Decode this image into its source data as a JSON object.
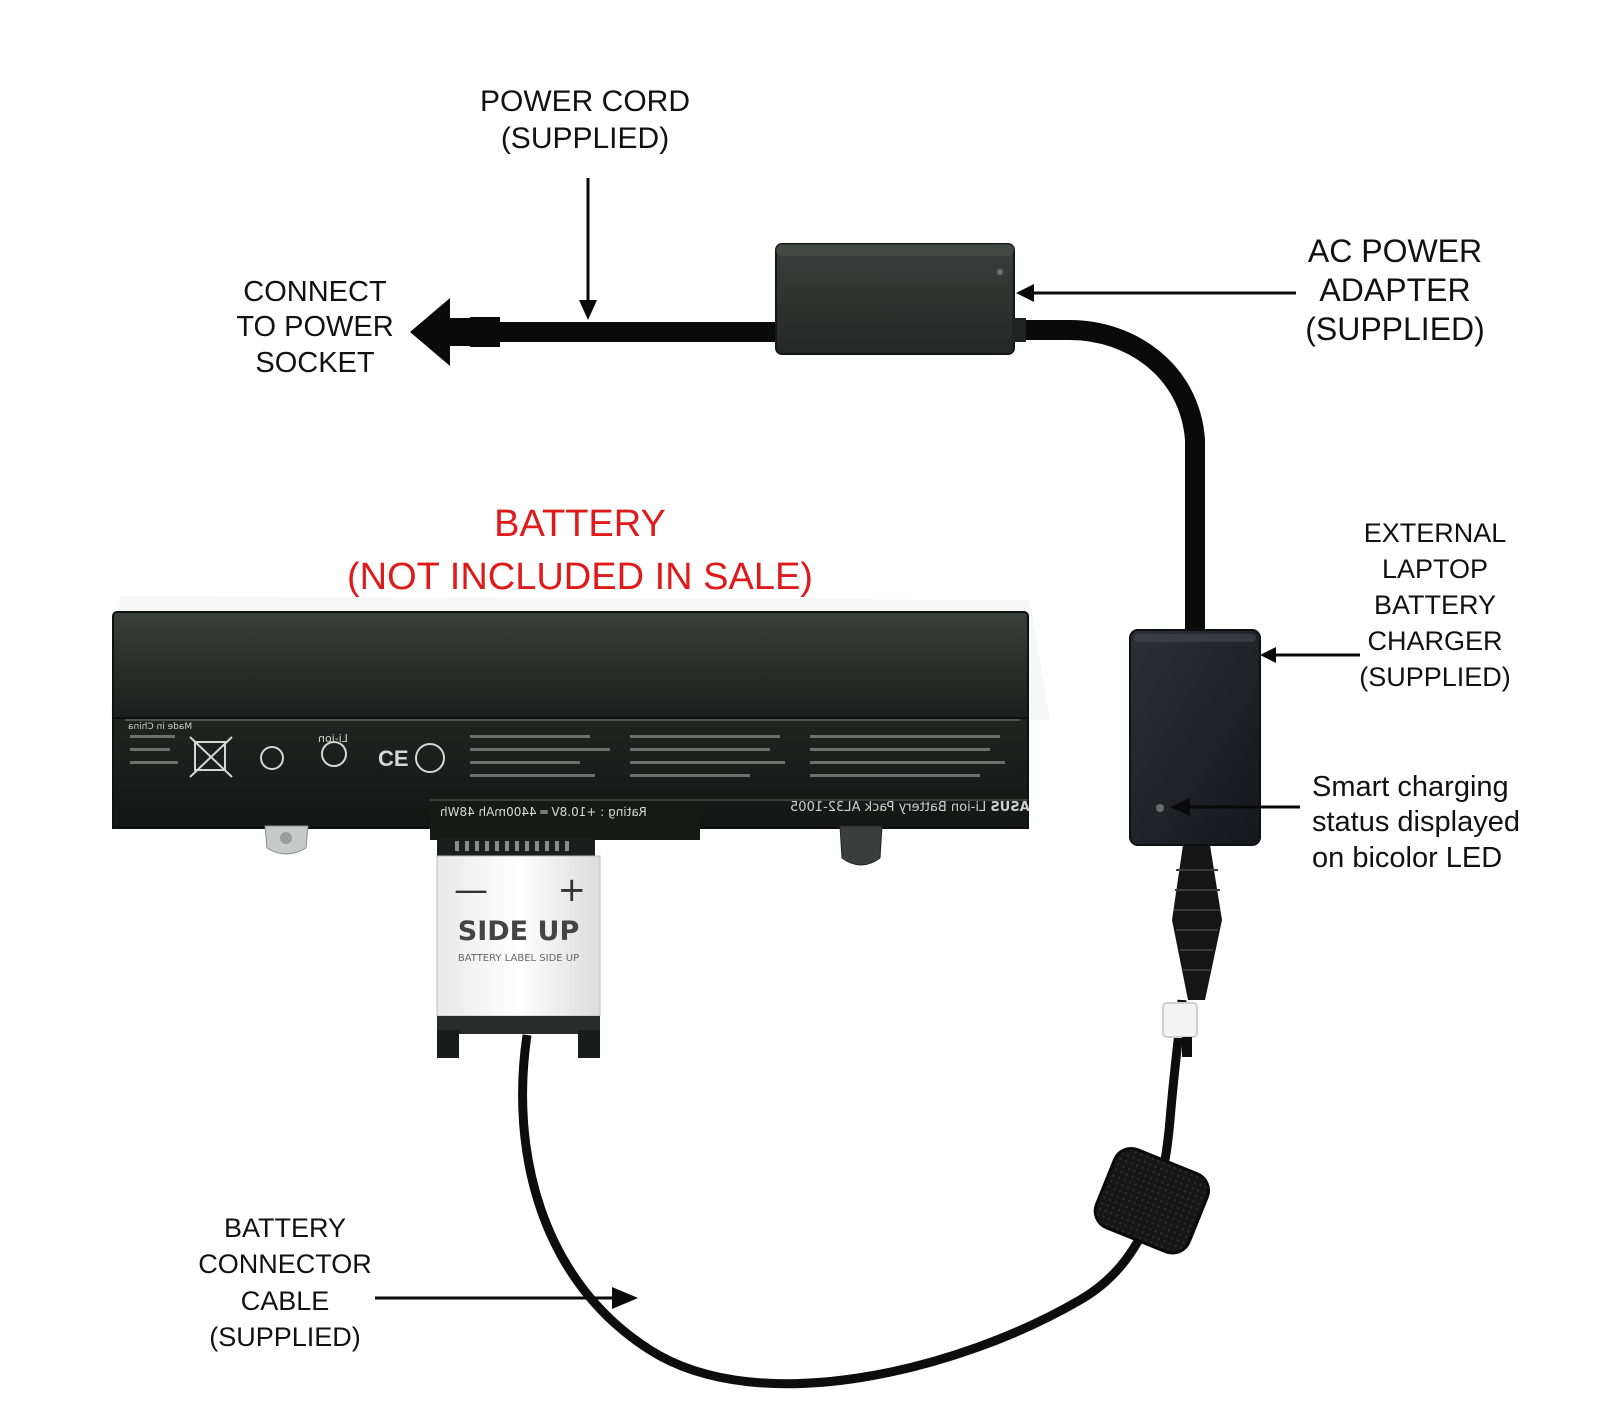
{
  "labels": {
    "power_cord": [
      "POWER CORD",
      "(SUPPLIED)"
    ],
    "connect_socket": [
      "CONNECT",
      "TO POWER",
      "SOCKET"
    ],
    "ac_adapter": [
      "AC POWER",
      "ADAPTER",
      "(SUPPLIED)"
    ],
    "battery_title": [
      "BATTERY",
      "(NOT INCLUDED IN SALE)"
    ],
    "external_charger": [
      "EXTERNAL",
      "LAPTOP",
      "BATTERY",
      "CHARGER",
      "(SUPPLIED)"
    ],
    "smart_led": [
      "Smart charging",
      "status displayed",
      "on bicolor LED"
    ],
    "connector_cable": [
      "BATTERY",
      "CONNECTOR",
      "CABLE",
      "(SUPPLIED)"
    ]
  },
  "connector_tag": {
    "minus": "—",
    "plus": "+",
    "side_up": "SIDE UP",
    "sub": "BATTERY LABEL SIDE UP"
  },
  "battery_label": {
    "brand": "ASUS",
    "pack": "Li-ion Battery Pack",
    "model": "AL32-1005",
    "rating": "Rating : +10.8V ═ 4400mAh 48Wh",
    "chem": "Li-ion",
    "origin": "Made in China"
  },
  "colors": {
    "title_red": "#e01a1a",
    "cable": "#0a0a0a",
    "battery_body": "#1f2321",
    "adapter": "#2b302d"
  }
}
